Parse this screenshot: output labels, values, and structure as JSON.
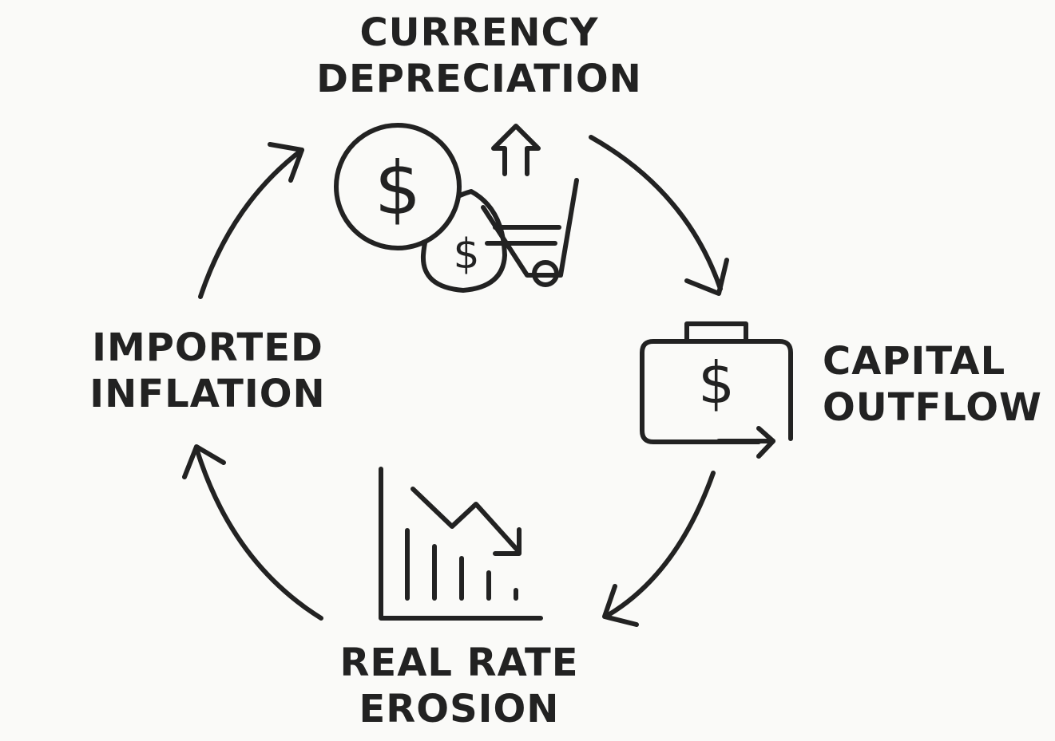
{
  "colors": {
    "background": "#fafaf8",
    "ink": "#222222"
  },
  "stages": [
    {
      "id": "currency-depreciation",
      "lines": [
        "CURRENCY",
        "DEPRECIATION"
      ],
      "icon": "money-cart-icon"
    },
    {
      "id": "capital-outflow",
      "lines": [
        "CAPITAL",
        "OUTFLOW"
      ],
      "icon": "briefcase-dollar-icon"
    },
    {
      "id": "real-rate-erosion",
      "lines": [
        "REAL RATE",
        "EROSION"
      ],
      "icon": "declining-chart-icon"
    },
    {
      "id": "imported-inflation",
      "lines": [
        "IMPORTED",
        "INFLATION"
      ],
      "icon": "none"
    }
  ],
  "icon_symbols": {
    "dollar": "$"
  }
}
